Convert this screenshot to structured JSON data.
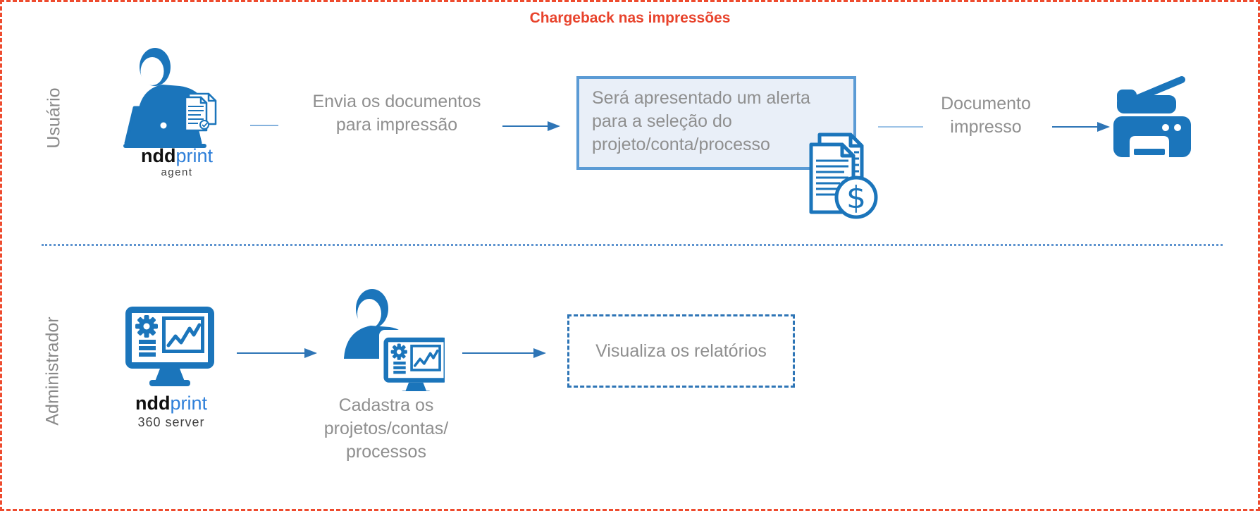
{
  "title": "Chargeback nas impressões",
  "lanes": {
    "user": {
      "label": "Usuário",
      "brand": {
        "ndd": "ndd",
        "print": "print",
        "subtitle": "agent"
      },
      "send_step": {
        "line1": "Envia os documentos",
        "line2": "para impressão"
      },
      "alert_box": {
        "line1": "Será apresentado um alerta",
        "line2": "para a seleção do",
        "line3": "projeto/conta/processo"
      },
      "printed_step": {
        "line1": "Documento",
        "line2": "impresso"
      }
    },
    "admin": {
      "label": "Administrador",
      "brand": {
        "ndd": "ndd",
        "print": "print",
        "subtitle": "360 server"
      },
      "register_step": {
        "line1": "Cadastra os",
        "line2": "projetos/contas/",
        "line3": "processos"
      },
      "reports_box": {
        "label": "Visualiza os relatórios"
      }
    }
  },
  "icons": {
    "dollar": "$",
    "user_agent": "person-at-laptop-with-documents-icon",
    "billed_documents": "documents-with-dollar-icon",
    "printer": "multifunction-printer-icon",
    "server_monitor": "monitor-dashboard-icon",
    "admin_user": "person-with-monitor-icon"
  },
  "colors": {
    "border_red": "#ee4b2e",
    "title_red": "#e8432c",
    "icon_blue": "#1b75bb",
    "brand_print_blue": "#2e7fd9",
    "brand_ndd_black": "#101010",
    "arrow_blue": "#2e75b6",
    "alert_border_blue": "#5b9bd5",
    "alert_fill": "#e9eff8",
    "text_gray": "#8c8c8c",
    "divider_blue": "#5d93cf"
  }
}
